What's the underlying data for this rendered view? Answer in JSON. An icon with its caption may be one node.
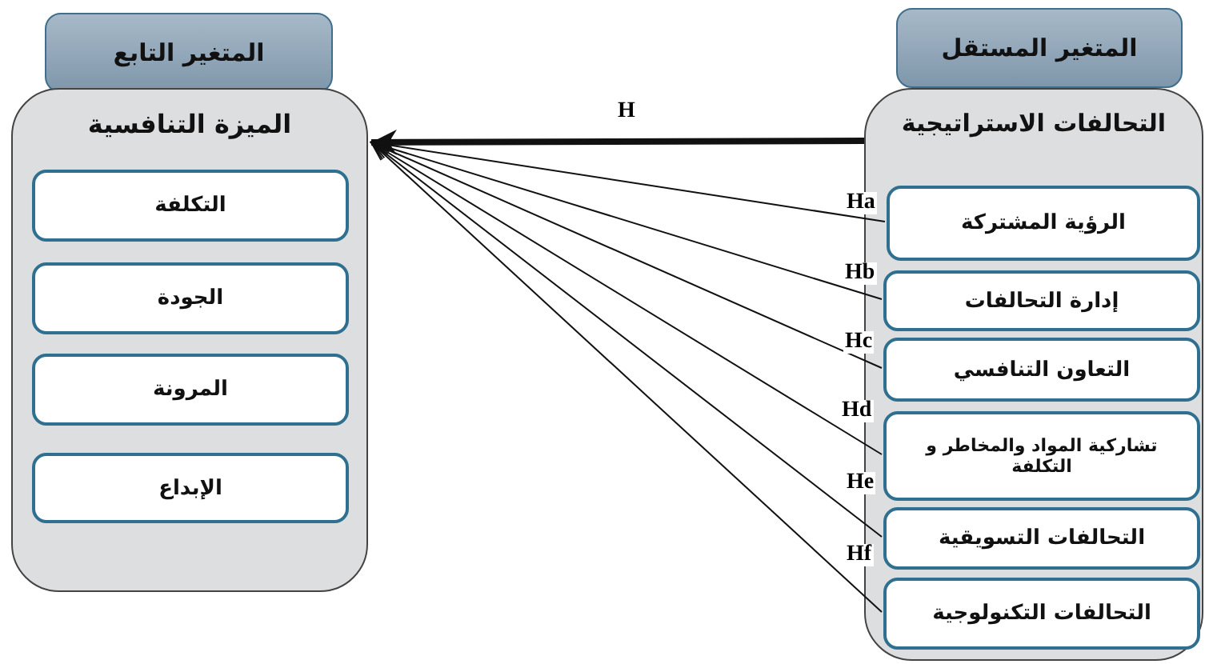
{
  "diagram": {
    "nodes": [
      {
        "text": [
          "المتغير التابع"
        ]
      },
      {
        "text": [
          "الميزة التنافسية"
        ]
      },
      {
        "text": [
          "التكلفة"
        ],
        "in": 1
      },
      {
        "text": [
          "الجودة"
        ],
        "in": 1
      },
      {
        "text": [
          "المرونة"
        ],
        "in": 1
      },
      {
        "text": [
          "الإبداع"
        ],
        "in": 1
      },
      {
        "text": [
          "المتغير المستقل"
        ]
      },
      {
        "text": [
          "التحالفات الاستراتيجية"
        ]
      },
      {
        "text": [
          "الرؤية المشتركة"
        ],
        "in": 7
      },
      {
        "text": [
          "إدارة التحالفات"
        ],
        "in": 7
      },
      {
        "text": [
          "التعاون التنافسي"
        ],
        "in": 7
      },
      {
        "text": [
          "تشاركية المواد والمخاطر و التكلفة"
        ],
        "in": 7
      },
      {
        "text": [
          "التحالفات التسويقية"
        ],
        "in": 7
      },
      {
        "text": [
          "التحالفات التكنولوجية"
        ],
        "in": 7
      }
    ],
    "edges": [
      {
        "from": 7,
        "to": 1,
        "arrow": "to",
        "label": "H",
        "style": "thick"
      },
      {
        "from": 8,
        "to": 1,
        "arrow": "to",
        "label": "Ha"
      },
      {
        "from": 9,
        "to": 1,
        "arrow": "to",
        "label": "Hb"
      },
      {
        "from": 10,
        "to": 1,
        "arrow": "to",
        "label": "Hc"
      },
      {
        "from": 11,
        "to": 1,
        "arrow": "to",
        "label": "Hd"
      },
      {
        "from": 12,
        "to": 1,
        "arrow": "to",
        "label": "He"
      },
      {
        "from": 13,
        "to": 1,
        "arrow": "to",
        "label": "Hf"
      }
    ]
  }
}
